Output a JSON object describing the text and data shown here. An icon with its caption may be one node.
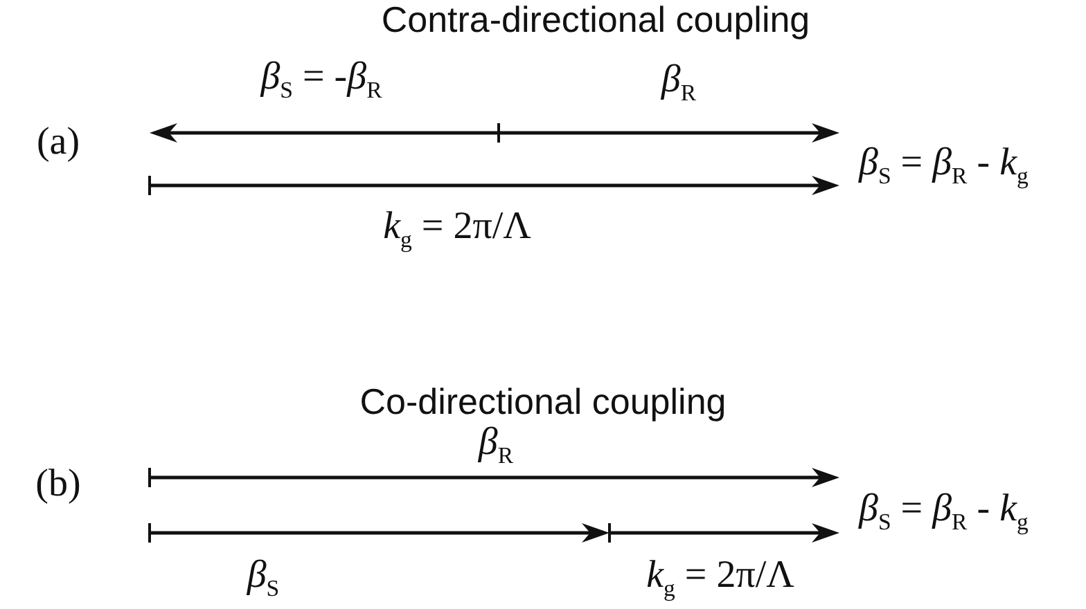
{
  "diagram": {
    "labels": [
      "Contra-directional coupling",
      "(a)",
      "*β*$_{S}$ = -*β*$_{R}$",
      "*β*$_{R}$",
      "*β*$_{S}$ = *β*$_{R}$ - *k*$_{g}$",
      "*k*$_{g}$ = 2π/Λ",
      "Co-directional coupling",
      "(b)",
      "*β*$_{R}$",
      "*β*$_{S}$ = *β*$_{R}$ - *k*$_{g}$",
      "*β*$_{S}$",
      "*k*$_{g}$ = 2π/Λ"
    ]
  }
}
